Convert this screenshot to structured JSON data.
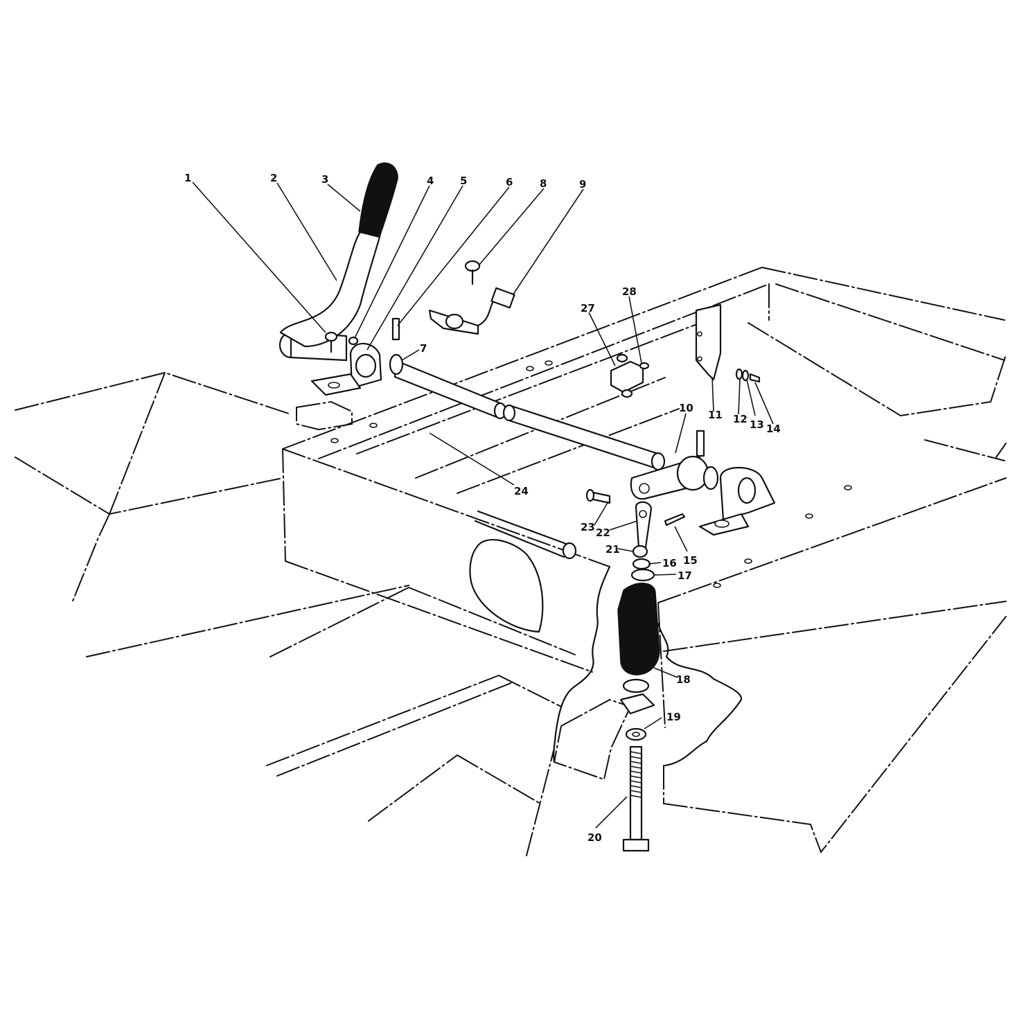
{
  "callouts": [
    {
      "id": "1",
      "label": "1"
    },
    {
      "id": "2",
      "label": "2"
    },
    {
      "id": "3",
      "label": "3"
    },
    {
      "id": "4",
      "label": "4"
    },
    {
      "id": "5",
      "label": "5"
    },
    {
      "id": "6",
      "label": "6"
    },
    {
      "id": "7",
      "label": "7"
    },
    {
      "id": "8",
      "label": "8"
    },
    {
      "id": "9",
      "label": "9"
    },
    {
      "id": "10",
      "label": "10"
    },
    {
      "id": "11",
      "label": "11"
    },
    {
      "id": "12",
      "label": "12"
    },
    {
      "id": "13",
      "label": "13"
    },
    {
      "id": "14",
      "label": "14"
    },
    {
      "id": "15",
      "label": "15"
    },
    {
      "id": "16",
      "label": "16"
    },
    {
      "id": "17",
      "label": "17"
    },
    {
      "id": "18",
      "label": "18"
    },
    {
      "id": "19",
      "label": "19"
    },
    {
      "id": "20",
      "label": "20"
    },
    {
      "id": "21",
      "label": "21"
    },
    {
      "id": "22",
      "label": "22"
    },
    {
      "id": "23",
      "label": "23"
    },
    {
      "id": "24",
      "label": "24"
    },
    {
      "id": "27",
      "label": "27"
    },
    {
      "id": "28",
      "label": "28"
    }
  ],
  "colors": {
    "ink": "#111111",
    "paper": "#ffffff"
  }
}
